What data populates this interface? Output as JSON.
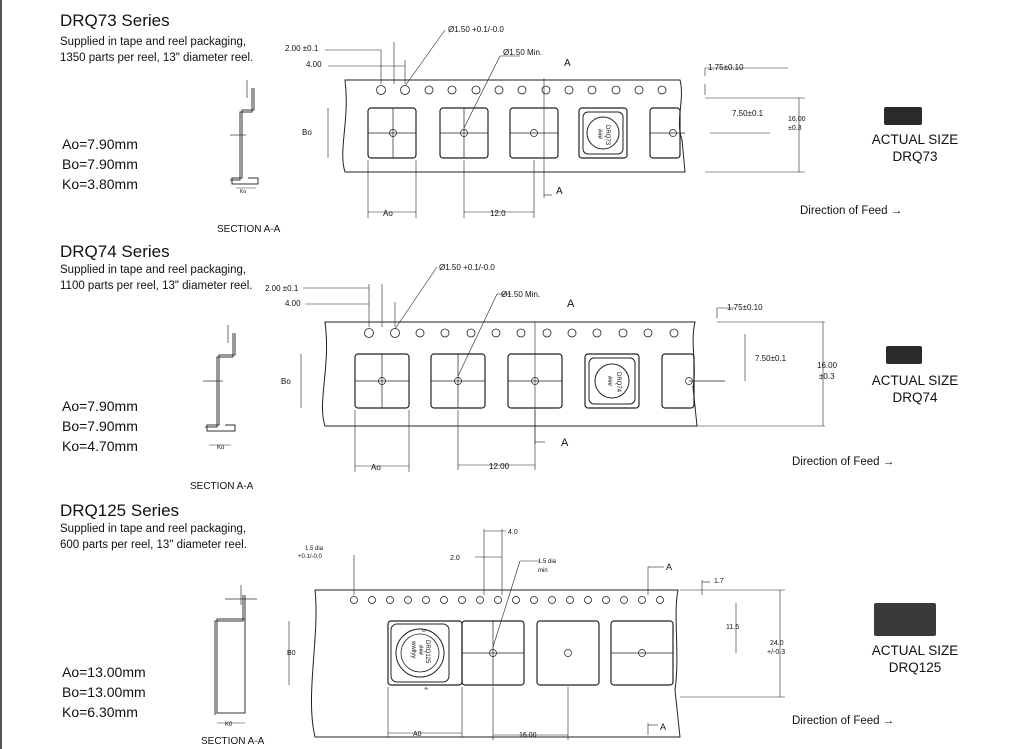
{
  "drq73": {
    "title": "DRQ73 Series",
    "desc_line1": "Supplied in tape and reel packaging,",
    "desc_line2": "1350 parts per reel, 13\" diameter reel.",
    "ao": "Ao=7.90mm",
    "bo": "Bo=7.90mm",
    "ko": "Ko=3.80mm",
    "section_label": "SECTION A-A",
    "feed_label": "Direction of Feed",
    "actual_line1": "ACTUAL SIZE",
    "actual_line2": "DRQ73",
    "callouts": {
      "pitch_small": "2.00 ±0.1",
      "pitch_big": "4.00",
      "hole_dia": "Ø1.50 +0.1/-0.0",
      "hole_min": "Ø1.50 Min.",
      "edge": "1.75±0.10",
      "center": "7.50±0.1",
      "width": "16.00",
      "width_tol": "±0.3",
      "bo_lbl": "Bo",
      "ao_lbl": "Ao",
      "ko_lbl": "Ko",
      "pocket_pitch": "12.0",
      "a_mark": "A",
      "part": "DRQ73",
      "part_code": "###"
    }
  },
  "drq74": {
    "title": "DRQ74 Series",
    "desc_line1": "Supplied in tape and reel packaging,",
    "desc_line2": "1100 parts per reel, 13\" diameter reel.",
    "ao": "Ao=7.90mm",
    "bo": "Bo=7.90mm",
    "ko": "Ko=4.70mm",
    "section_label": "SECTION A-A",
    "feed_label": "Direction of Feed",
    "actual_line1": "ACTUAL SIZE",
    "actual_line2": "DRQ74",
    "callouts": {
      "pitch_small": "2.00 ±0.1",
      "pitch_big": "4.00",
      "hole_dia": "Ø1.50 +0.1/-0.0",
      "hole_min": "Ø1.50 Min.",
      "edge": "1.75±0.10",
      "center": "7.50±0.1",
      "width": "16.00",
      "width_tol": "±0.3",
      "bo_lbl": "Bo",
      "ao_lbl": "Ao",
      "ko_lbl": "Ko",
      "pocket_pitch": "12.00",
      "a_mark": "A",
      "part": "DRQ74",
      "part_code": "###"
    }
  },
  "drq125": {
    "title": "DRQ125 Series",
    "desc_line1": "Supplied in tape and reel packaging,",
    "desc_line2": "600 parts per reel, 13\" diameter reel.",
    "ao": "Ao=13.00mm",
    "bo": "Bo=13.00mm",
    "ko": "Ko=6.30mm",
    "section_label": "SECTION A-A",
    "feed_label": "Direction of Feed",
    "actual_line1": "ACTUAL SIZE",
    "actual_line2": "DRQ125",
    "callouts": {
      "hole_dia1": "1.5 dia",
      "hole_dia2": "+0.1/-0.0",
      "pitch_small": "2.0",
      "pitch_big": "4.0",
      "hole_min1": "1.5 dia",
      "hole_min2": "min",
      "edge": "1.7",
      "center": "11.5",
      "width": "24.0",
      "width_tol": "+/-0.3",
      "bo_lbl": "B0",
      "ao_lbl": "A0",
      "ko_lbl": "K0",
      "pocket_pitch": "16.00",
      "a_mark": "A",
      "part": "DRQ125",
      "part_code": "###",
      "part_code2": "wwllyy",
      "dim_3": "3",
      "dim_4": "4"
    }
  }
}
